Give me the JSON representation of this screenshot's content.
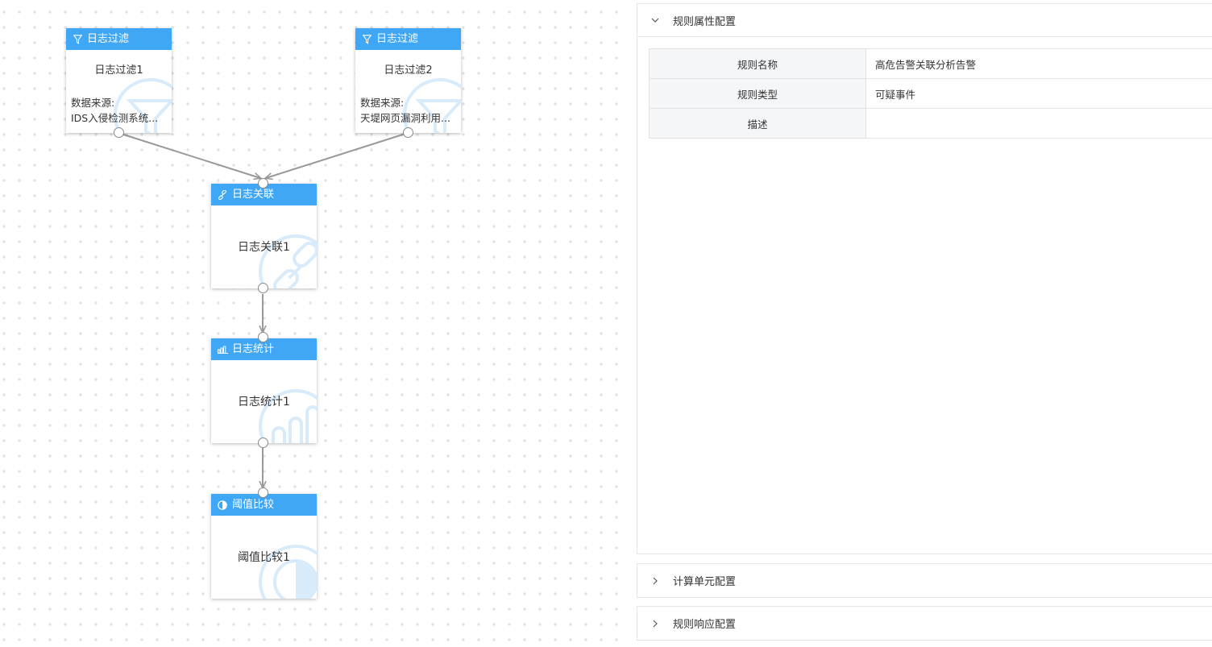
{
  "canvas": {
    "nodes": {
      "filter1": {
        "type_label": "日志过滤",
        "icon": "filter-icon",
        "title": "日志过滤1",
        "source_label": "数据来源:",
        "source_value": "IDS入侵检测系统..."
      },
      "filter2": {
        "type_label": "日志过滤",
        "icon": "filter-icon",
        "title": "日志过滤2",
        "source_label": "数据来源:",
        "source_value": "天堤网页漏洞利用..."
      },
      "correlate": {
        "type_label": "日志关联",
        "icon": "link-icon",
        "title": "日志关联1"
      },
      "stats": {
        "type_label": "日志统计",
        "icon": "bar-chart-icon",
        "title": "日志统计1"
      },
      "threshold": {
        "type_label": "阈值比较",
        "icon": "half-circle-icon",
        "title": "阈值比较1"
      }
    },
    "colors": {
      "header": "#3fa7f5",
      "edge": "#999999",
      "watermark": "#d7ebfb"
    }
  },
  "panel": {
    "properties": {
      "title": "规则属性配置",
      "rows": [
        {
          "key": "规则名称",
          "value": "高危告警关联分析告警"
        },
        {
          "key": "规则类型",
          "value": "可疑事件"
        },
        {
          "key": "描述",
          "value": ""
        }
      ]
    },
    "calc_section_title": "计算单元配置",
    "response_section_title": "规则响应配置"
  }
}
